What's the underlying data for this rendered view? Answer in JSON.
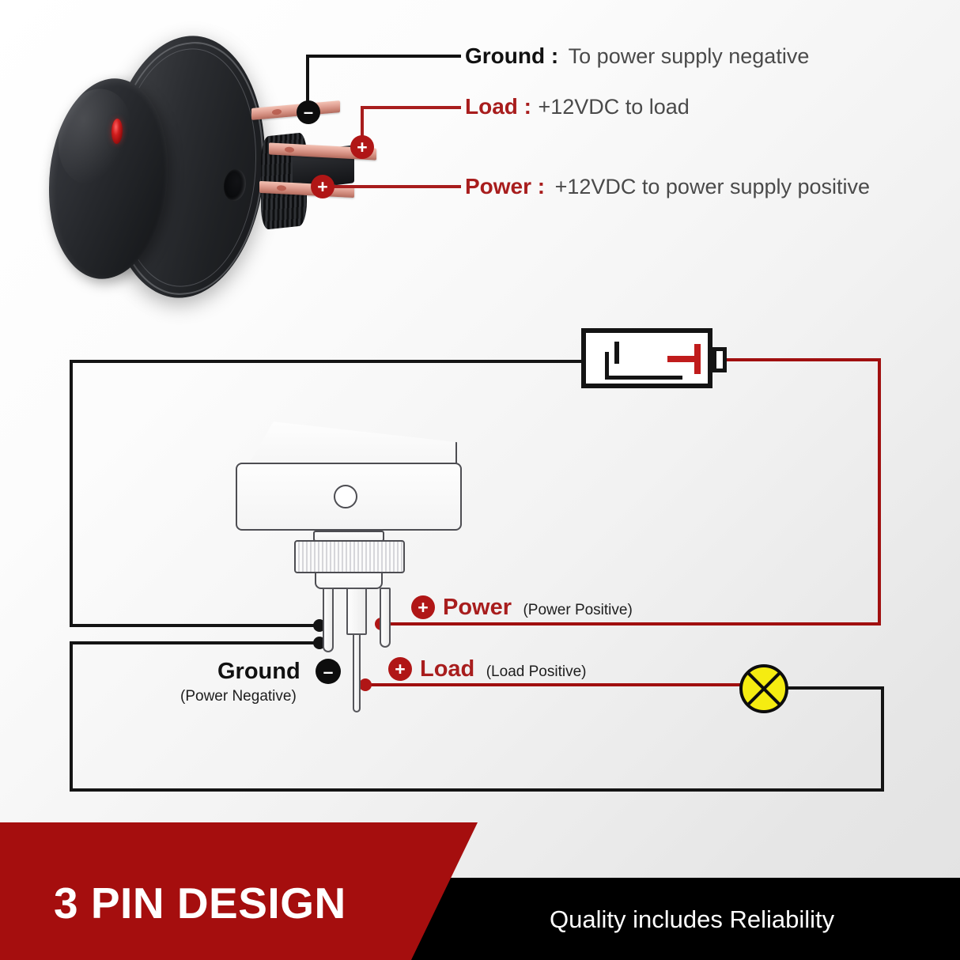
{
  "product_photo": {
    "alt": "black oval rocker switch with red LED and three copper terminals",
    "led_color": "#d01d1d",
    "body_color": "#26282c"
  },
  "callouts": [
    {
      "key": "Ground :",
      "value": "To power supply negative",
      "key_color": "#111111",
      "badge": "–"
    },
    {
      "key": "Load :",
      "value": "+12VDC to load",
      "key_color": "#a81d1d",
      "badge": "+"
    },
    {
      "key": "Power :",
      "value": "+12VDC to power supply positive",
      "key_color": "#a81d1d",
      "badge": "+"
    }
  ],
  "diagram": {
    "power": {
      "label": "Power",
      "sub": "(Power Positive)",
      "badge": "+",
      "color": "#a81d1d"
    },
    "load": {
      "label": "Load",
      "sub": "(Load Positive)",
      "badge": "+",
      "color": "#a81d1d"
    },
    "ground": {
      "label": "Ground",
      "sub": "(Power Negative)",
      "badge": "–",
      "color": "#111111"
    },
    "battery": {
      "minus": "–",
      "plus": "+"
    },
    "lamp": {
      "name": "lamp",
      "color": "#f5ec11"
    },
    "wire_colors": {
      "positive": "#a00f0f",
      "negative": "#141414"
    }
  },
  "banner": {
    "title": "3 PIN DESIGN",
    "tagline": "Quality includes Reliability",
    "red": "#a50e0e",
    "black": "#000000"
  }
}
